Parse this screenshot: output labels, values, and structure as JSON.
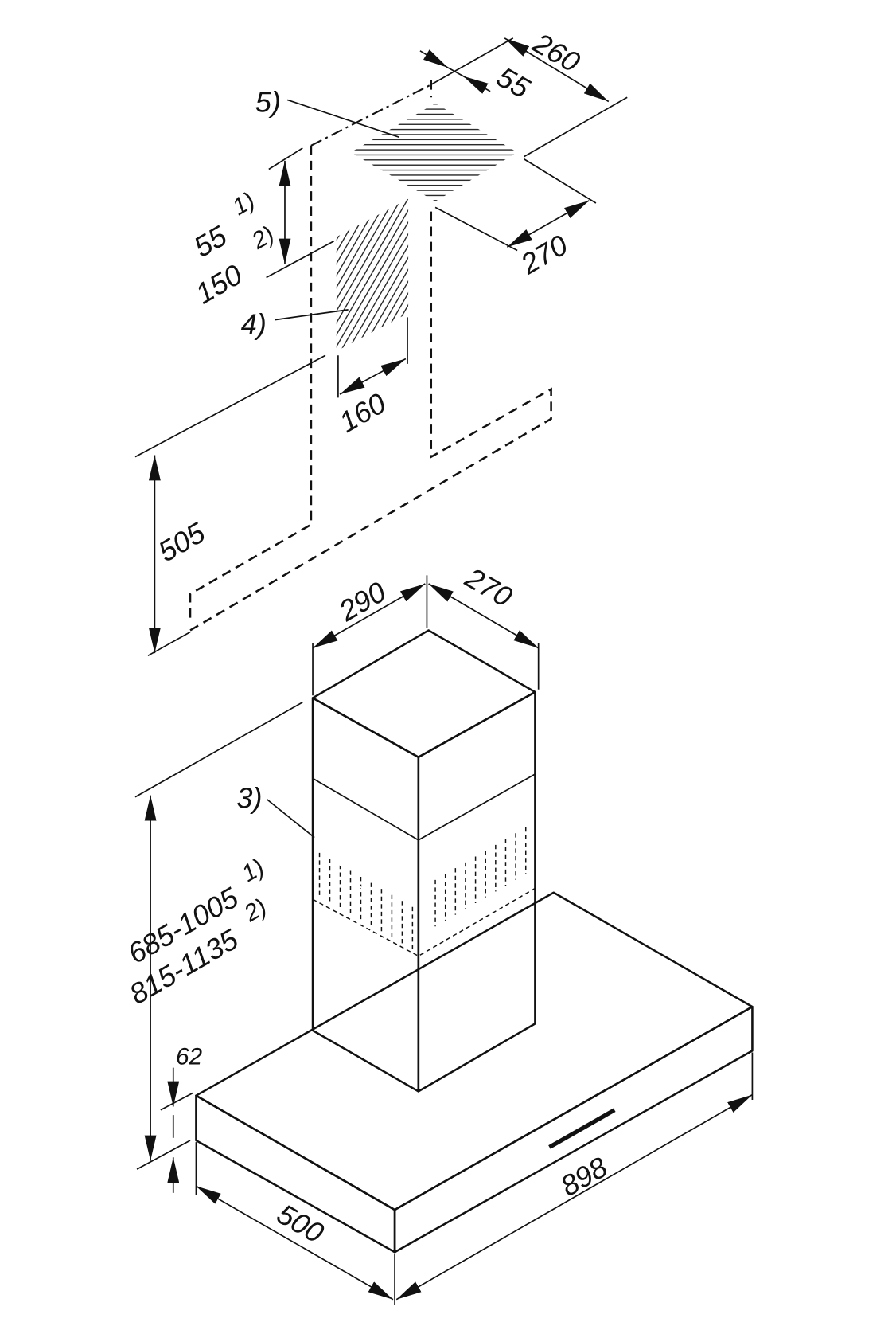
{
  "title": "Cooker hood dimension drawing",
  "colors": {
    "body_fill": "#dedede",
    "line": "#111111"
  },
  "labels": {
    "duct_width": "260",
    "duct_offset": "55",
    "note5": "5)",
    "height_a": "55",
    "height_a_note": "1)",
    "height_b": "150",
    "height_b_note": "2)",
    "duct_depth": "270",
    "note4": "4)",
    "socket_width": "160",
    "socket_height": "505",
    "chimney_width": "290",
    "chimney_depth": "270",
    "note3": "3)",
    "total_height_1": "685-1005",
    "total_height_1_note": "1)",
    "total_height_2": "815-1135",
    "total_height_2_note": "2)",
    "canopy_height": "62",
    "canopy_depth": "500",
    "canopy_width": "898"
  }
}
